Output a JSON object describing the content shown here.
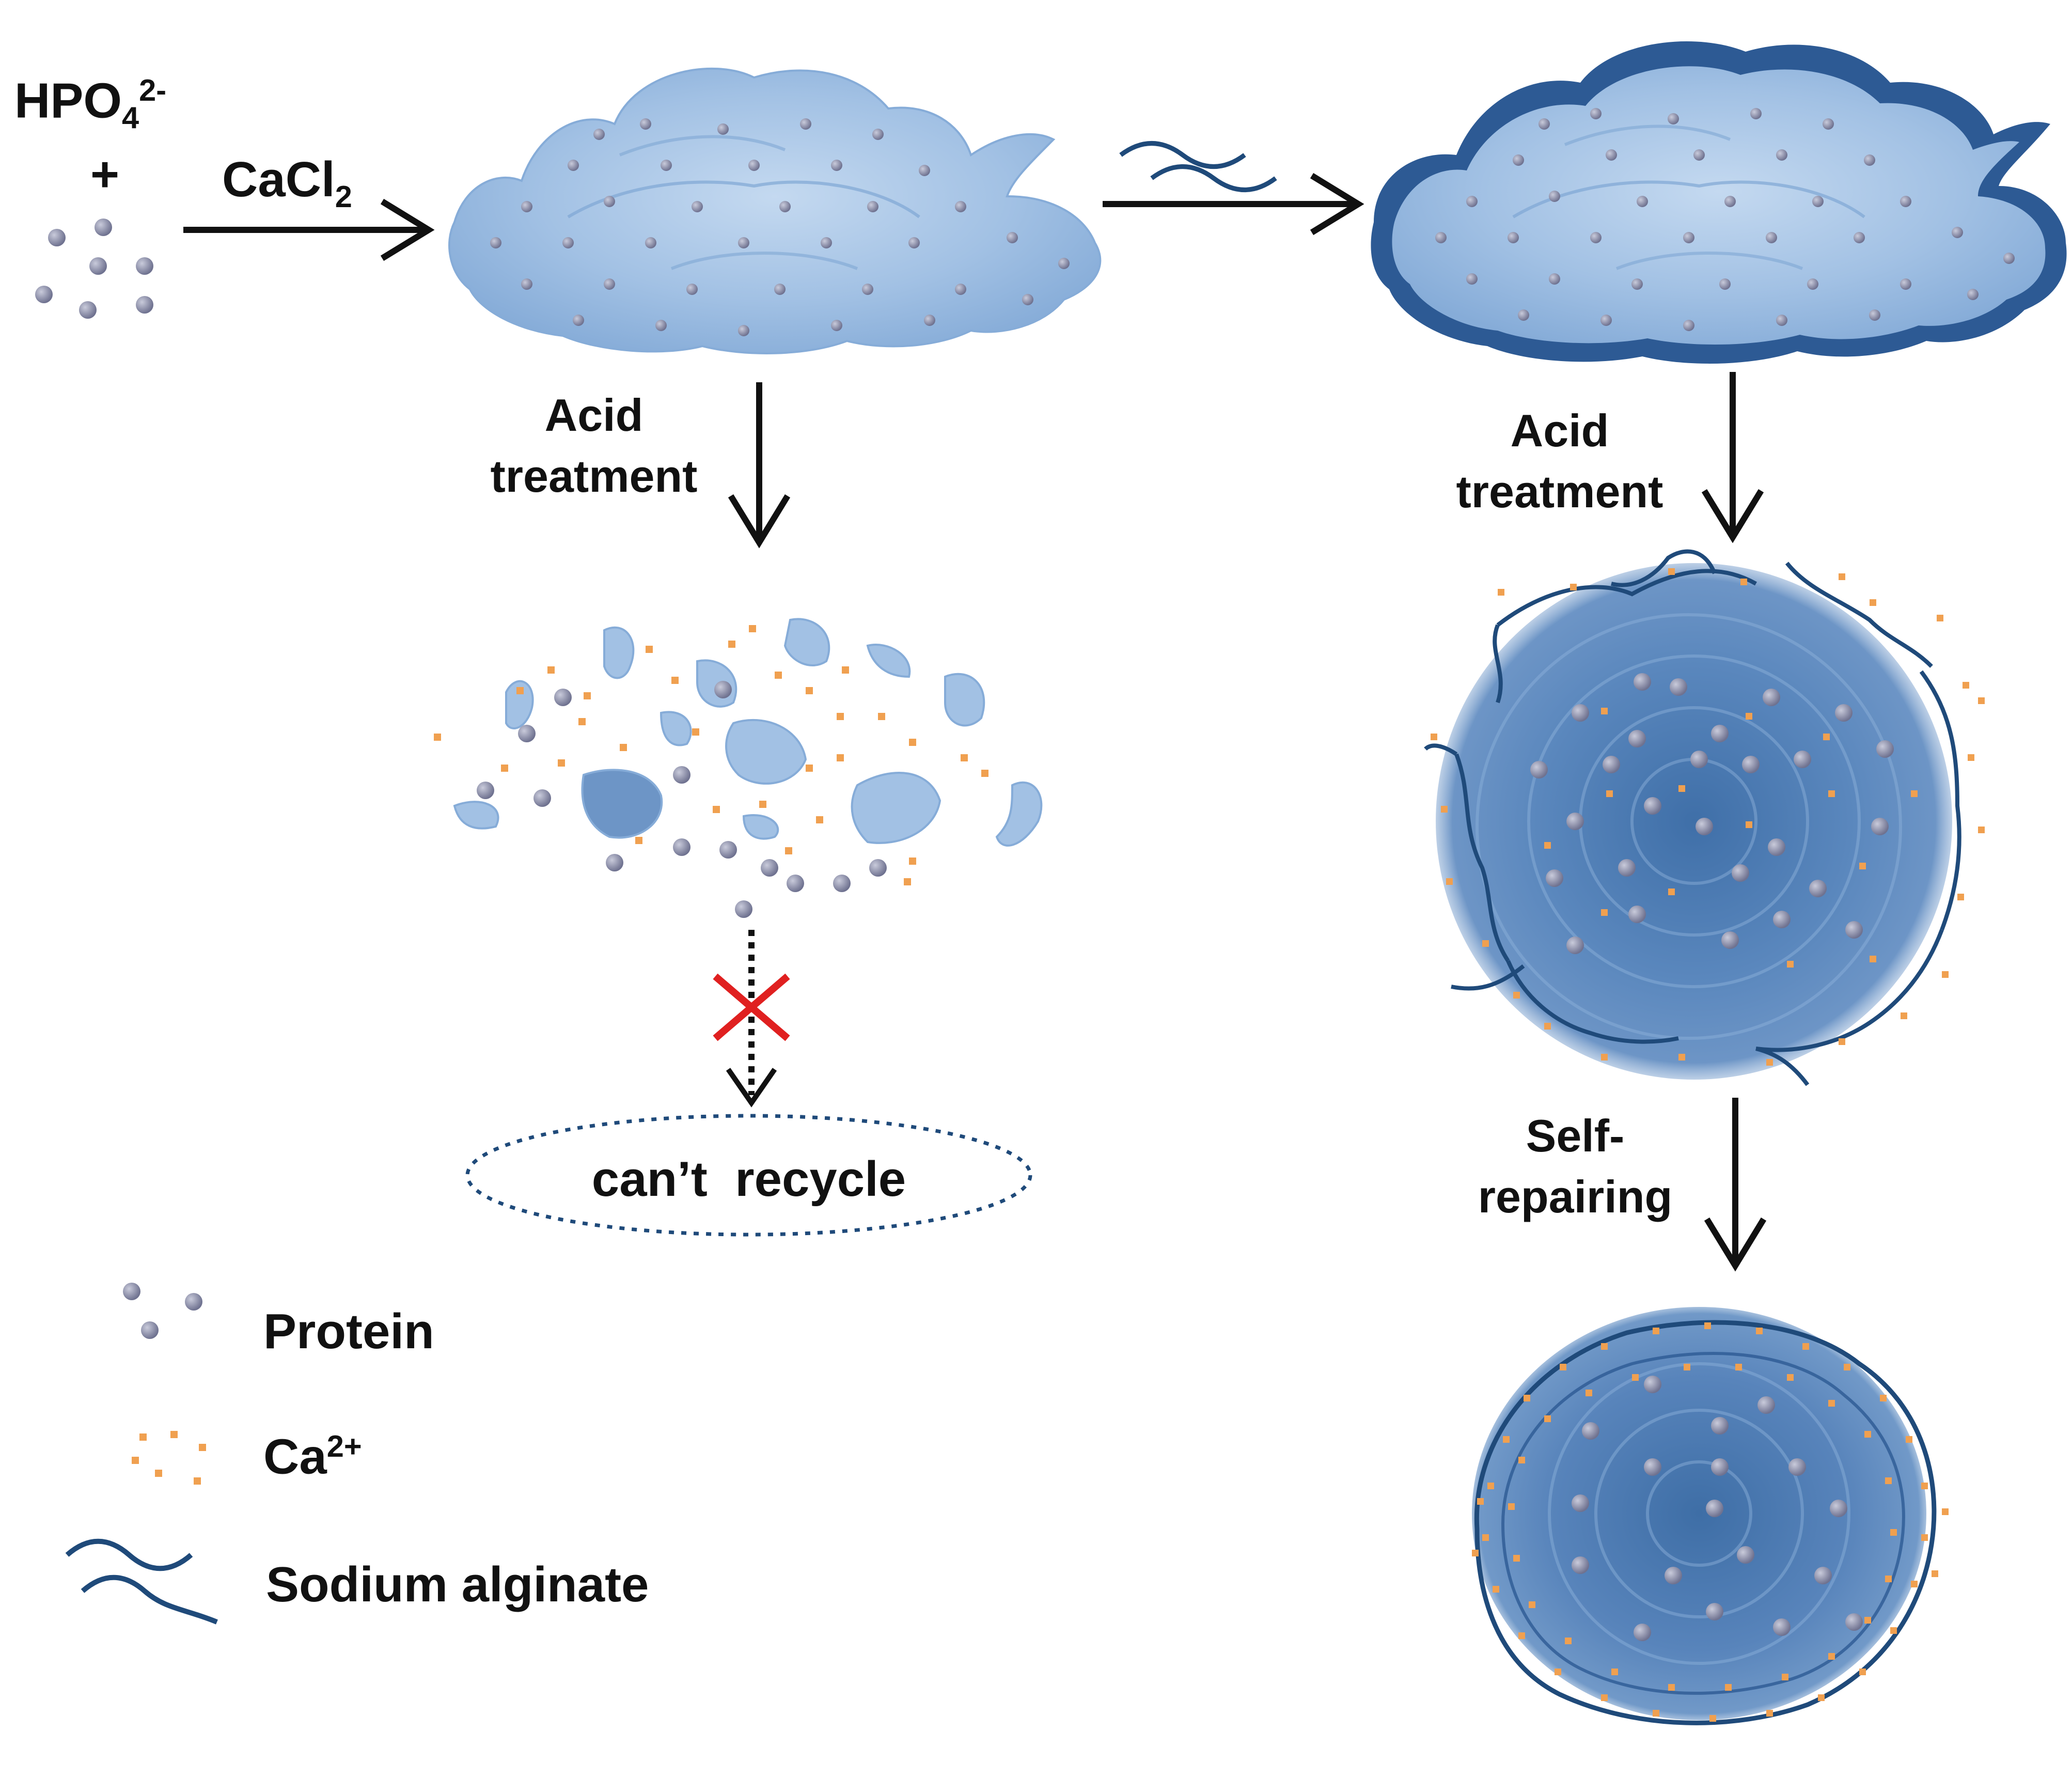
{
  "reagents": {
    "phosphate_base": "HPO",
    "phosphate_sub": "4",
    "phosphate_sup": "2-",
    "plus": "+",
    "cacl_base": "CaCl",
    "cacl_sub": "2"
  },
  "left_branch": {
    "step_line1": "Acid",
    "step_line2": "treatment",
    "result": "can’t  recycle"
  },
  "right_branch": {
    "step1_line1": "Acid",
    "step1_line2": "treatment",
    "step2_line1": "Self-",
    "step2_line2": "repairing"
  },
  "legend": {
    "protein": "Protein",
    "calcium_base": "Ca",
    "calcium_sup": "2+",
    "alginate": "Sodium alginate"
  },
  "colors": {
    "flower_light": "#a9c6e6",
    "flower_mid": "#8fb3dc",
    "coating_dark": "#2d5a94",
    "sphere_blue": "#4a78ae",
    "protein_dot": "#8c8fa8",
    "calcium_dot": "#f0a050",
    "alginate_line": "#1f4a7a",
    "arrow": "#111111",
    "cross": "#e02020"
  }
}
